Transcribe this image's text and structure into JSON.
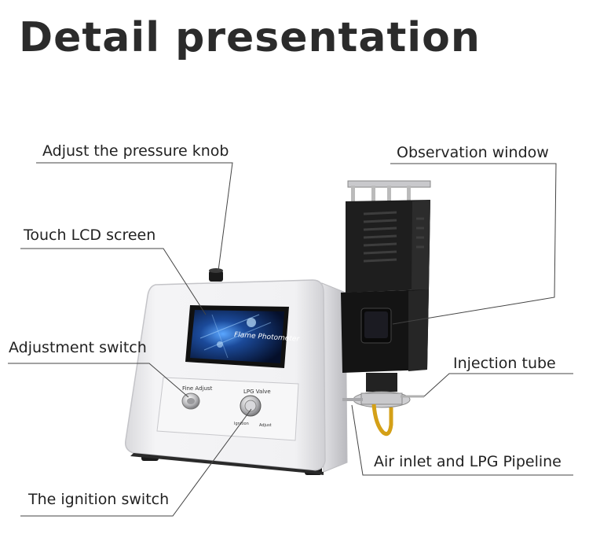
{
  "title": "Detail presentation",
  "labels": {
    "pressure_knob": "Adjust the pressure knob",
    "touch_lcd": "Touch LCD screen",
    "adjustment_switch": "Adjustment switch",
    "ignition_switch": "The ignition switch",
    "observation_window": "Observation window",
    "injection_tube": "Injection tube",
    "air_inlet": "Air inlet and LPG Pipeline"
  },
  "device": {
    "screen_text": "Flame Photometer",
    "panel_left_label": "Fine  Adjust",
    "panel_right_label": "LPG  Valve",
    "knob_sub_left": "Ignition",
    "knob_sub_right": "Adjust"
  },
  "colors": {
    "body": "#ececee",
    "chimney": "#1c1c1c",
    "screen": "#0d2a5c",
    "tube": "#d4a017",
    "leader_line": "#444444"
  }
}
